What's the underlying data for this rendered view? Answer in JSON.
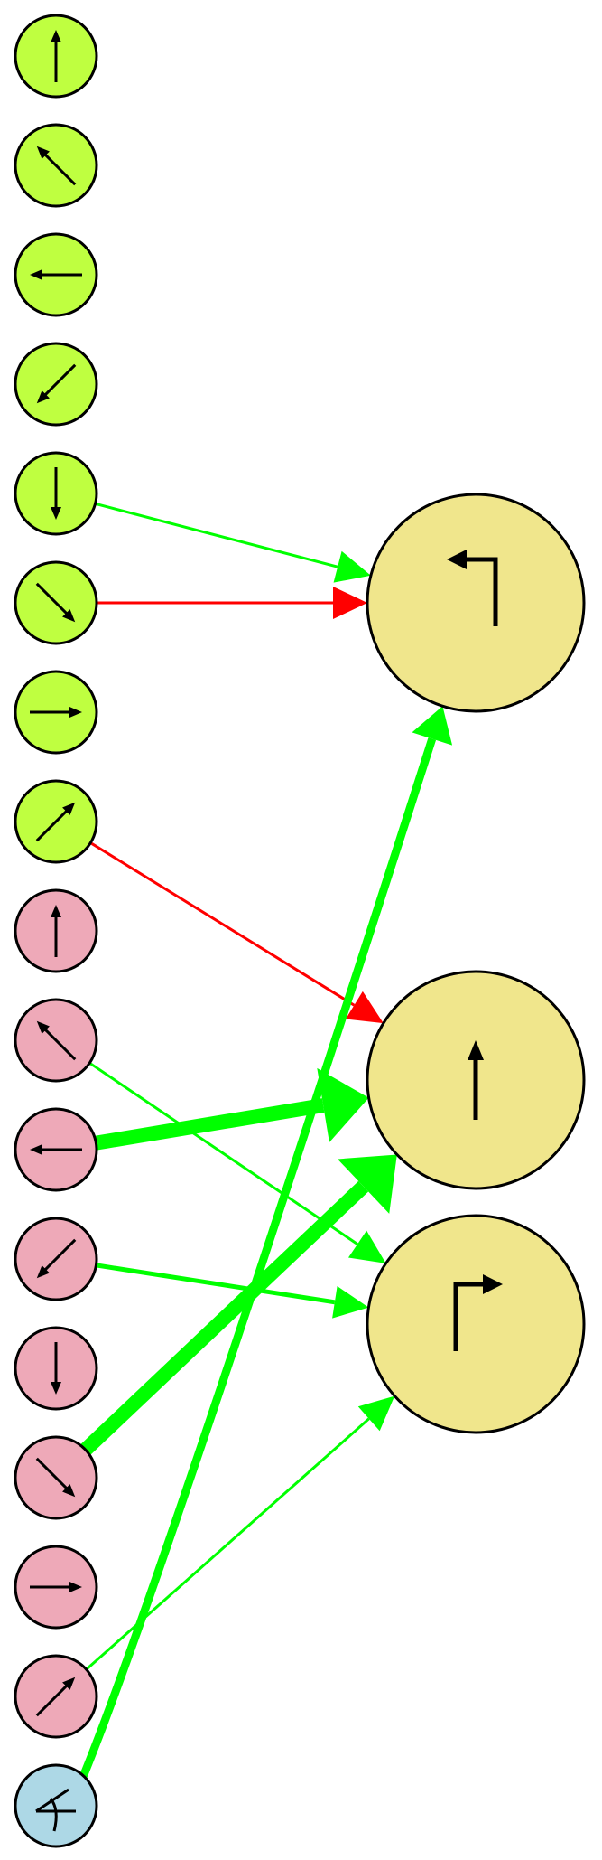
{
  "colors": {
    "input_a": "#bfff40",
    "input_b": "#eea9b8",
    "input_c": "#add8e6",
    "output": "#f0e68c",
    "excite": "#00ff00",
    "inhibit": "#ff0000"
  },
  "inputs": [
    {
      "id": "a-up",
      "group": "a",
      "icon": "arrow-up"
    },
    {
      "id": "a-upleft",
      "group": "a",
      "icon": "arrow-up-left"
    },
    {
      "id": "a-left",
      "group": "a",
      "icon": "arrow-left"
    },
    {
      "id": "a-downleft",
      "group": "a",
      "icon": "arrow-down-left"
    },
    {
      "id": "a-down",
      "group": "a",
      "icon": "arrow-down"
    },
    {
      "id": "a-downright",
      "group": "a",
      "icon": "arrow-down-right"
    },
    {
      "id": "a-right",
      "group": "a",
      "icon": "arrow-right"
    },
    {
      "id": "a-upright",
      "group": "a",
      "icon": "arrow-up-right"
    },
    {
      "id": "b-up",
      "group": "b",
      "icon": "arrow-up"
    },
    {
      "id": "b-upleft",
      "group": "b",
      "icon": "arrow-up-left"
    },
    {
      "id": "b-left",
      "group": "b",
      "icon": "arrow-left"
    },
    {
      "id": "b-downleft",
      "group": "b",
      "icon": "arrow-down-left"
    },
    {
      "id": "b-down",
      "group": "b",
      "icon": "arrow-down"
    },
    {
      "id": "b-downright",
      "group": "b",
      "icon": "arrow-down-right"
    },
    {
      "id": "b-right",
      "group": "b",
      "icon": "arrow-right"
    },
    {
      "id": "b-upright",
      "group": "b",
      "icon": "arrow-up-right"
    },
    {
      "id": "c-angle",
      "group": "c",
      "icon": "angle-icon"
    }
  ],
  "outputs": [
    {
      "id": "turn-left",
      "icon": "turn-left-icon"
    },
    {
      "id": "forward",
      "icon": "arrow-up"
    },
    {
      "id": "turn-right",
      "icon": "turn-right-icon"
    }
  ],
  "edges": [
    {
      "from": "a-down",
      "to": "turn-left",
      "sign": "excite",
      "weight": 1
    },
    {
      "from": "a-downright",
      "to": "turn-left",
      "sign": "inhibit",
      "weight": 1
    },
    {
      "from": "a-upright",
      "to": "forward",
      "sign": "inhibit",
      "weight": 1
    },
    {
      "from": "b-upleft",
      "to": "turn-right",
      "sign": "excite",
      "weight": 1
    },
    {
      "from": "b-left",
      "to": "forward",
      "sign": "excite",
      "weight": 5
    },
    {
      "from": "b-downleft",
      "to": "turn-right",
      "sign": "excite",
      "weight": 2
    },
    {
      "from": "b-downright",
      "to": "forward",
      "sign": "excite",
      "weight": 5
    },
    {
      "from": "b-upright",
      "to": "turn-right",
      "sign": "excite",
      "weight": 1
    },
    {
      "from": "c-angle",
      "to": "turn-left",
      "sign": "excite",
      "weight": 4
    }
  ]
}
